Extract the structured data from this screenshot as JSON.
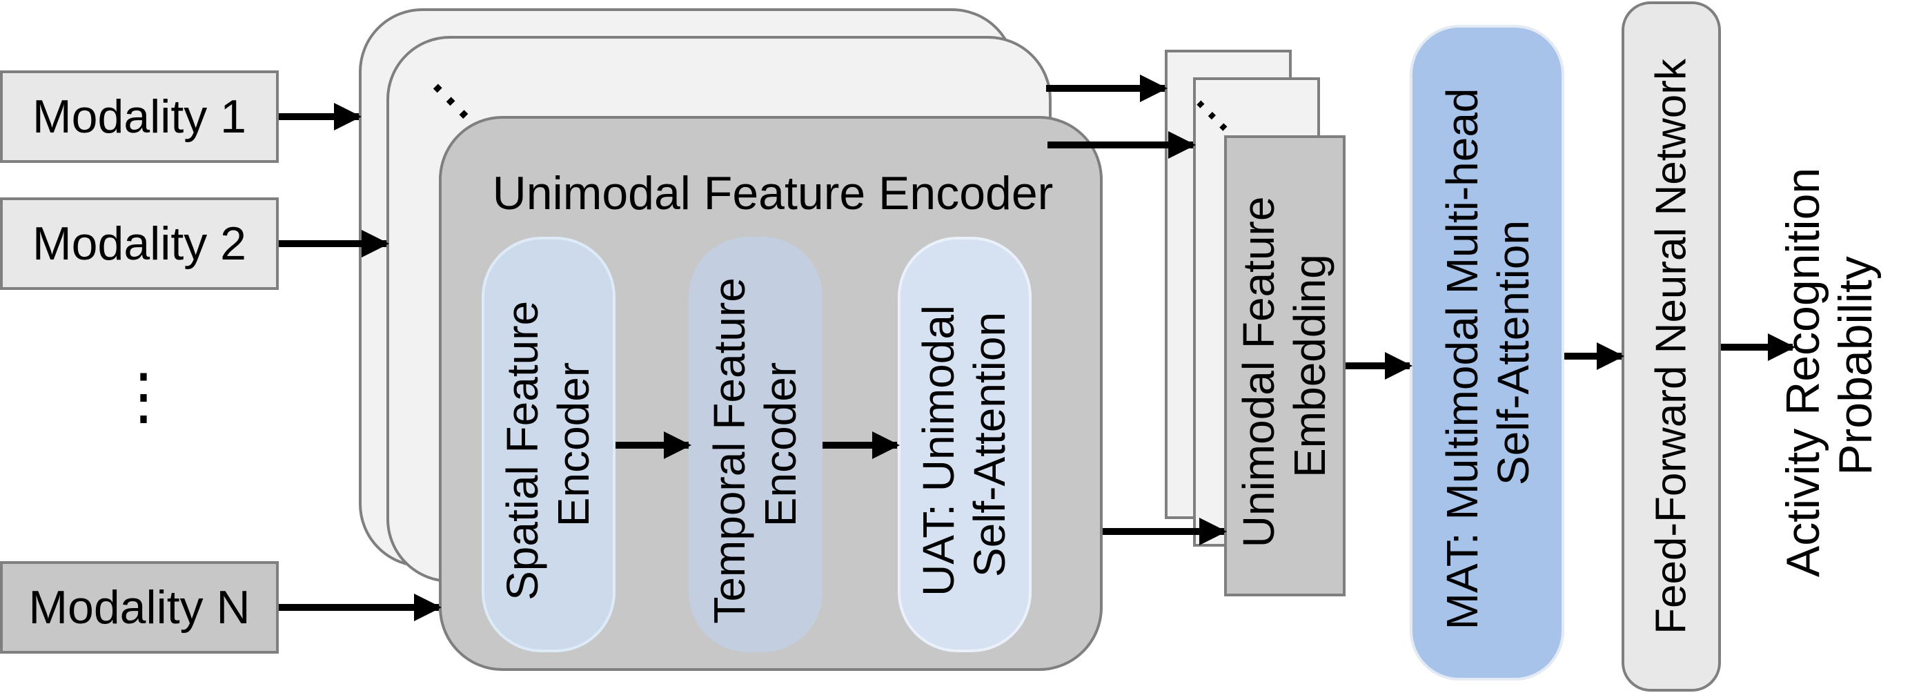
{
  "modalities": {
    "m1": "Modality 1",
    "m2": "Modality 2",
    "dots": "⋮",
    "mn": "Modality N"
  },
  "encoder": {
    "title": "Unimodal Feature Encoder",
    "stack_dots": "⋯",
    "spatial": [
      "Spatial Feature",
      "Encoder"
    ],
    "temporal": [
      "Temporal Feature",
      "Encoder"
    ],
    "uat": [
      "UAT: Unimodal",
      "Self-Attention"
    ]
  },
  "embedding": {
    "stack_dots": "⋯",
    "label": [
      "Unimodal Feature",
      "Embedding"
    ]
  },
  "mat": [
    "MAT: Multimodal Multi-head",
    "Self-Attention"
  ],
  "ffnn": "Feed-Forward Neural Network",
  "output": [
    "Activity Recognition",
    "Probability"
  ],
  "colors": {
    "light_gray": "#e8e8e8",
    "stack_gray": "#f2f2f2",
    "mid_gray": "#cccccc",
    "dark_gray": "#c7c7c7",
    "blue_1": "#ccdaeb",
    "blue_2": "#c3cfe1",
    "blue_3": "#d6e2f2",
    "mat_blue": "#a7c3e9",
    "border": "#7f7f7f"
  }
}
